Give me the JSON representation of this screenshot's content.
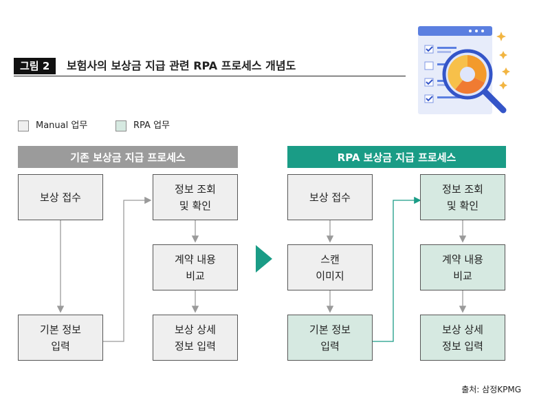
{
  "figure": {
    "badge": "그림 2",
    "title": "보험사의 보상금 지급 관련 RPA 프로세스 개념도"
  },
  "legend": {
    "manual": "Manual 업무",
    "rpa": "RPA 업무"
  },
  "colors": {
    "manual_fill": "#efefef",
    "rpa_fill": "#d6e9e1",
    "legacy_header": "#9b9b9b",
    "rpa_header": "#1a9c86"
  },
  "legacy": {
    "header": "기존 보상금 지급 프로세스",
    "claim": "보상 접수",
    "basic_info": "기본 정보\n입력",
    "inquiry": "정보 조회\n및 확인",
    "contract": "계약 내용\n비교",
    "detail": "보상 상세\n정보 입력"
  },
  "rpa": {
    "header": "RPA 보상금 지급 프로세스",
    "claim": "보상 접수",
    "scan": "스캔\n이미지",
    "basic_info": "기본 정보\n입력",
    "inquiry": "정보 조회\n및 확인",
    "contract": "계약 내용\n비교",
    "detail": "보상 상세\n정보 입력"
  },
  "source": "출처: 삼정KPMG",
  "illustration": "report-magnifier-icon"
}
